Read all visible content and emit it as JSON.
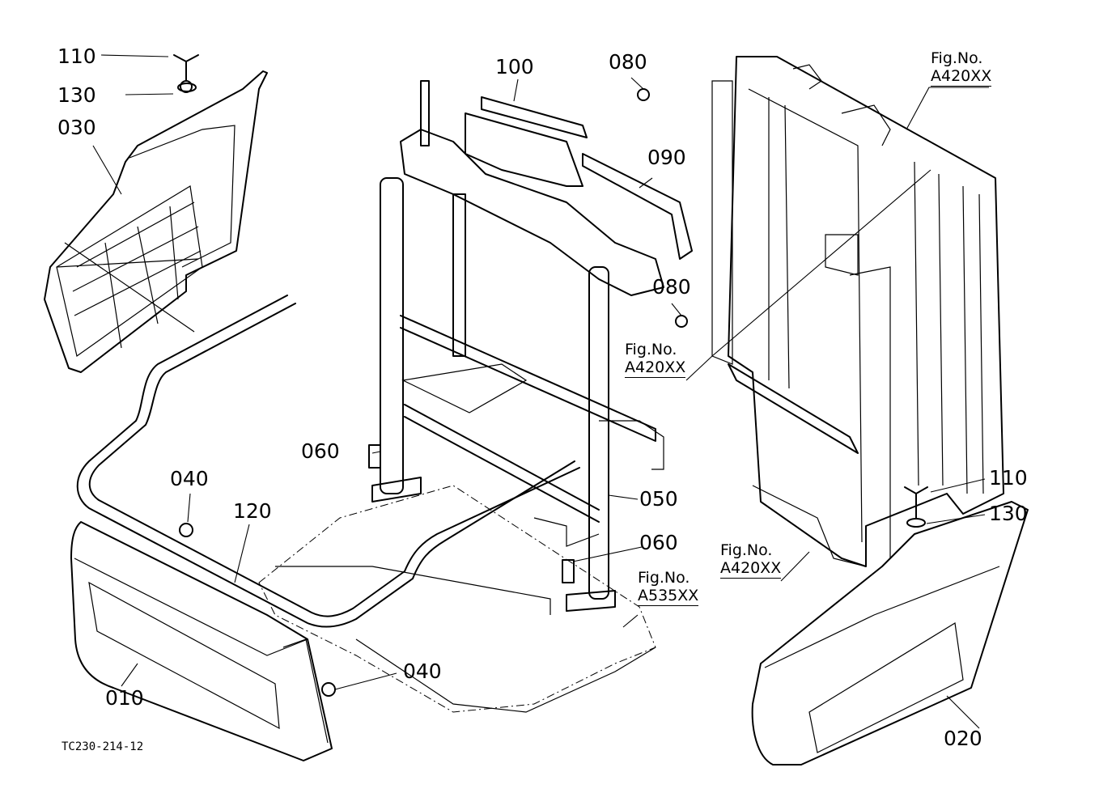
{
  "drawing_code": "TC230-214-12",
  "part_labels": {
    "p110_top": "110",
    "p130_top": "130",
    "p030": "030",
    "p100": "100",
    "p080_top": "080",
    "p090": "090",
    "p080_mid": "080",
    "p060_left": "060",
    "p040_left": "040",
    "p120": "120",
    "p050": "050",
    "p060_right": "060",
    "p110_right": "110",
    "p130_right": "130",
    "p040_bottom": "040",
    "p010": "010",
    "p020": "020"
  },
  "figure_refs": {
    "ref_top_right": {
      "prefix": "Fig.No.",
      "code": "A420XX"
    },
    "ref_mid": {
      "prefix": "Fig.No.",
      "code": "A420XX"
    },
    "ref_lower_right": {
      "prefix": "Fig.No.",
      "code": "A420XX"
    },
    "ref_bottom_center": {
      "prefix": "Fig.No.",
      "code": "A535XX"
    }
  }
}
